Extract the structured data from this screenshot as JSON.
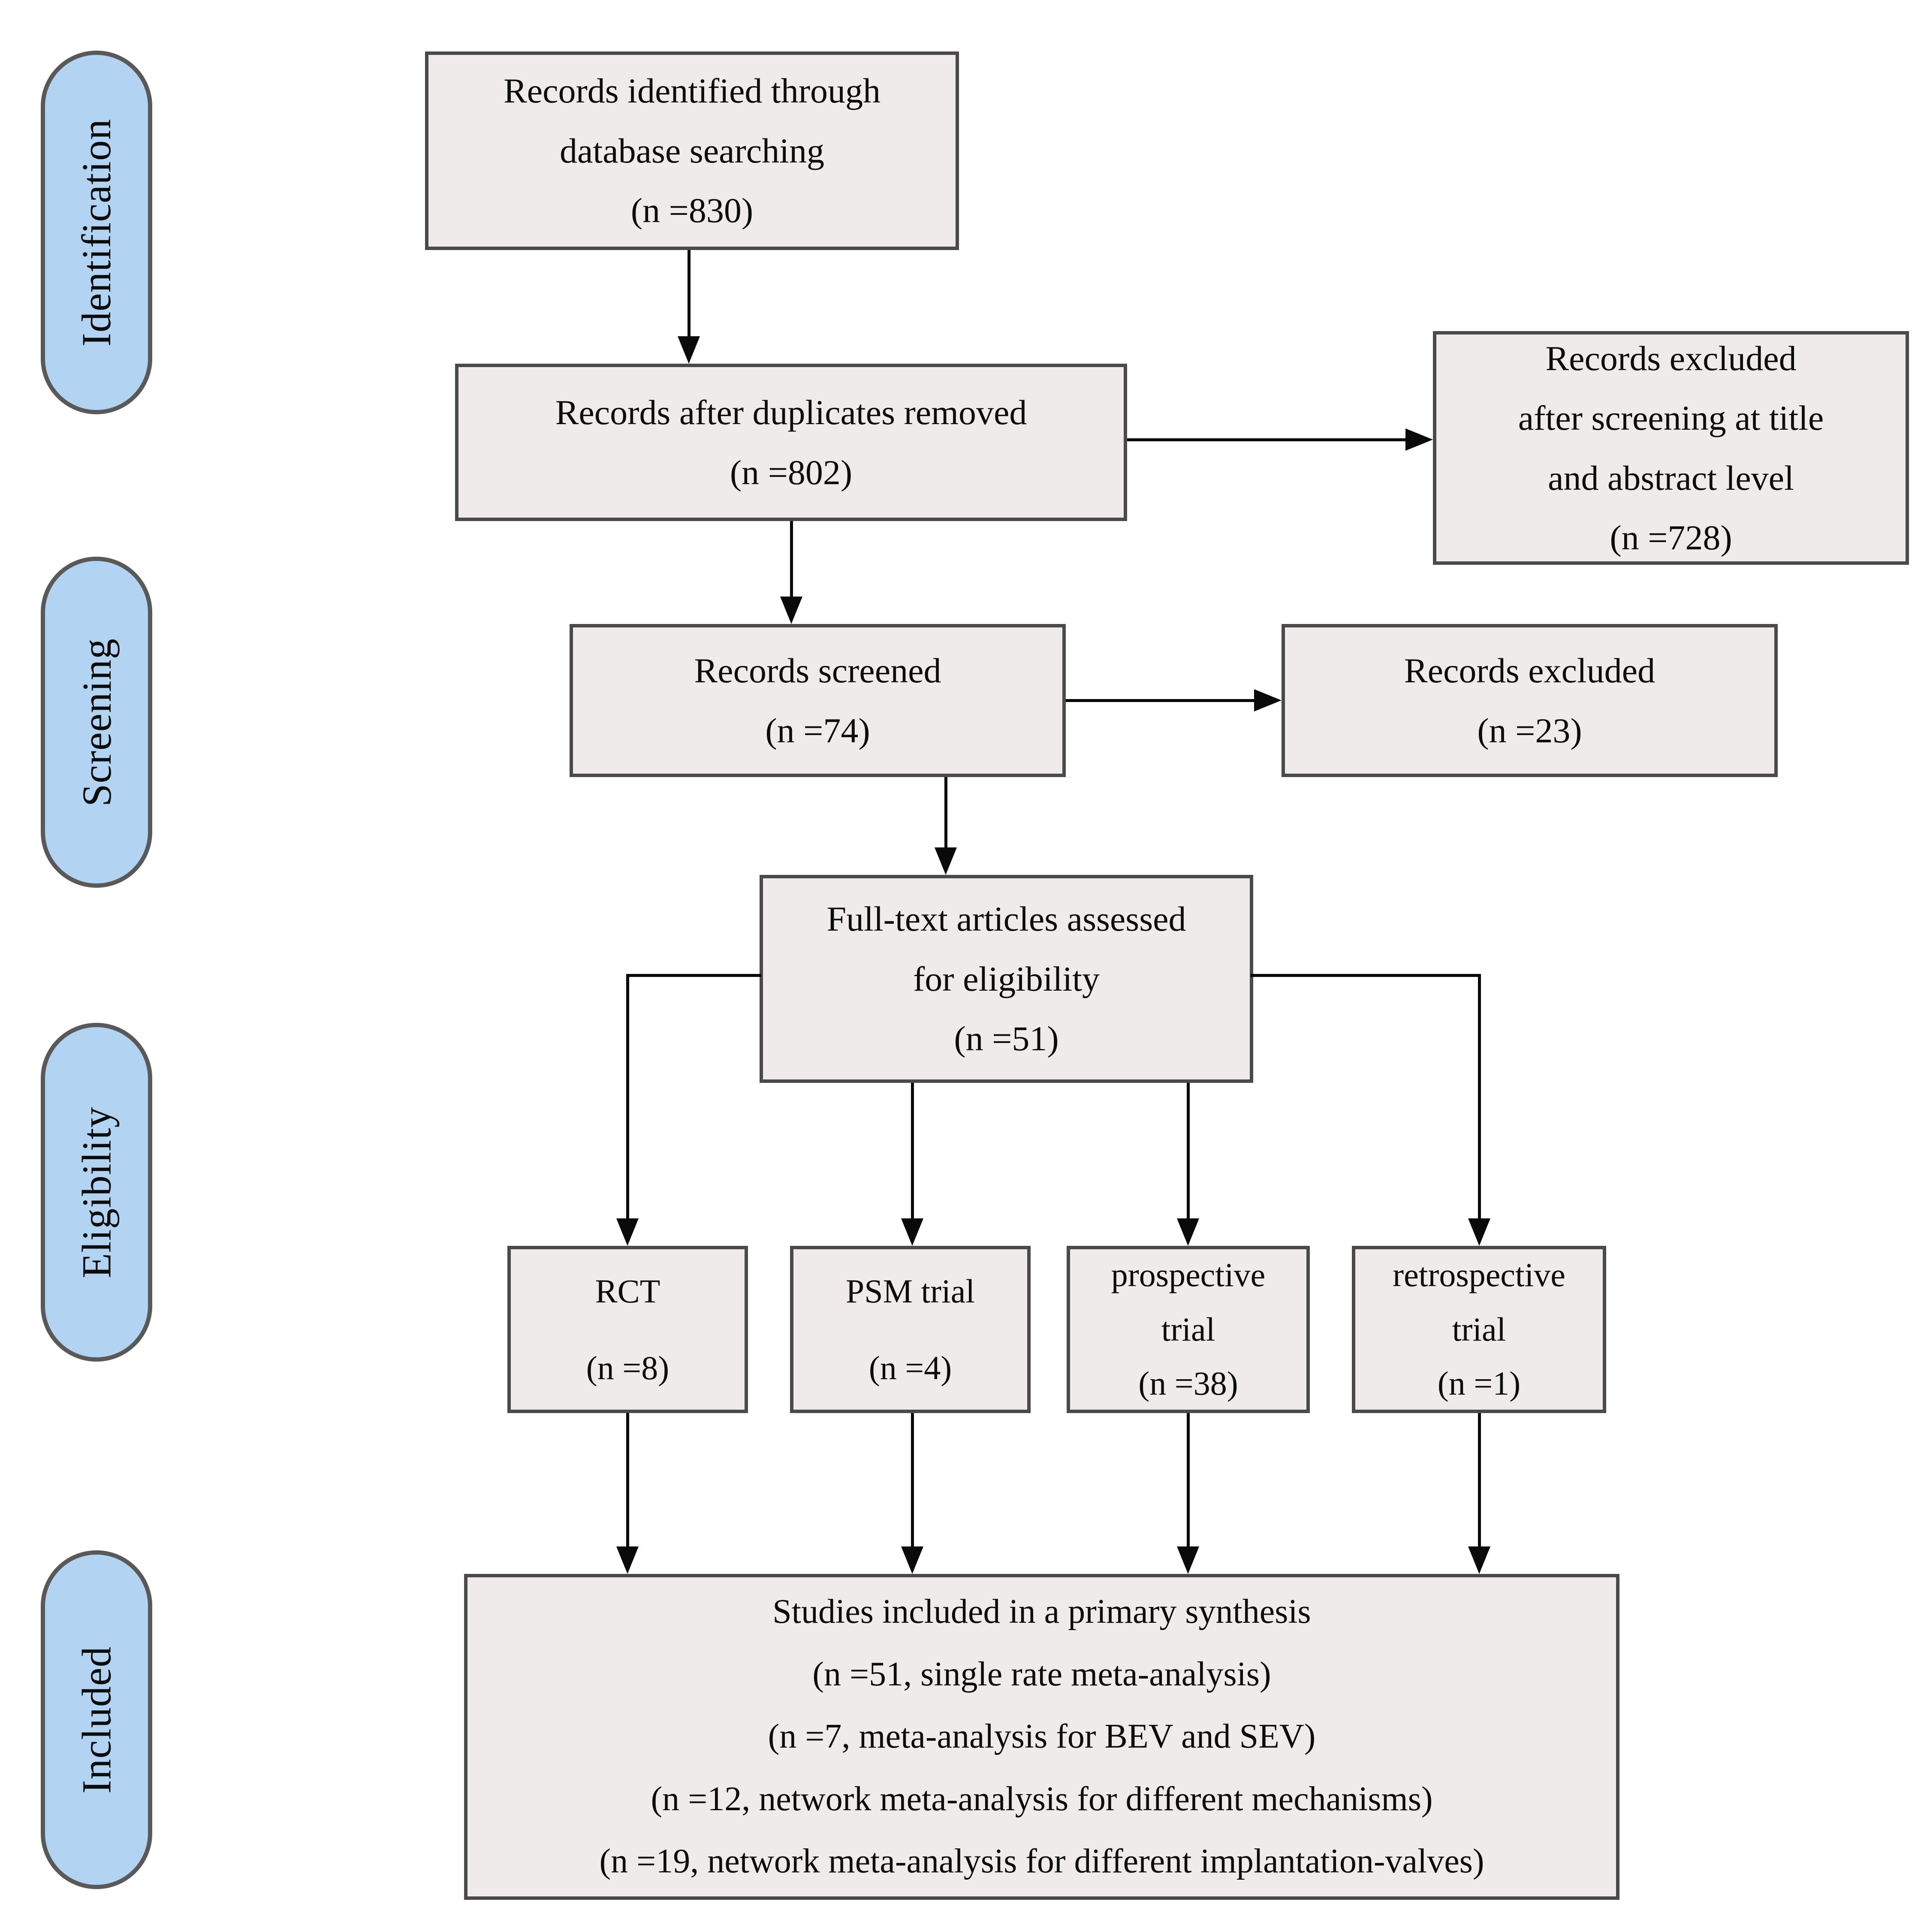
{
  "diagram": {
    "title": "PRISMA study selection flow diagram",
    "colors": {
      "stage_fill": "#b3d3f2",
      "stage_border": "#595959",
      "box_fill": "#eeebea",
      "box_border": "#4a4a4a",
      "arrow": "#0a0a0a"
    },
    "stages": [
      {
        "label": "Identification"
      },
      {
        "label": "Screening"
      },
      {
        "label": "Eligibility"
      },
      {
        "label": "Included"
      }
    ],
    "boxes": {
      "identified": {
        "lines": [
          "Records identified through",
          "database searching",
          "(n =830)"
        ]
      },
      "duplicates_removed": {
        "lines": [
          "Records after duplicates removed",
          "(n =802)"
        ]
      },
      "excluded_title_abstract": {
        "lines": [
          "Records excluded",
          "after screening at title",
          "and abstract level",
          "(n =728)"
        ]
      },
      "screened": {
        "lines": [
          "Records screened",
          "(n =74)"
        ]
      },
      "excluded": {
        "lines": [
          "Records excluded",
          "(n =23)"
        ]
      },
      "fulltext": {
        "lines": [
          "Full-text articles assessed",
          "for eligibility",
          "(n =51)"
        ]
      },
      "rct": {
        "lines": [
          "RCT",
          "(n =8)"
        ]
      },
      "psm": {
        "lines": [
          "PSM trial",
          "(n =4)"
        ]
      },
      "prospective": {
        "lines": [
          "prospective",
          "trial",
          "(n =38)"
        ]
      },
      "retrospective": {
        "lines": [
          "retrospective",
          "trial",
          "(n =1)"
        ]
      },
      "included_synthesis": {
        "lines": [
          "Studies included in a primary synthesis",
          "(n =51, single rate meta-analysis)",
          "(n =7, meta-analysis for BEV and SEV)",
          "(n =12, network meta-analysis for different mechanisms)",
          "(n =19, network meta-analysis for different implantation-valves)"
        ]
      }
    }
  }
}
